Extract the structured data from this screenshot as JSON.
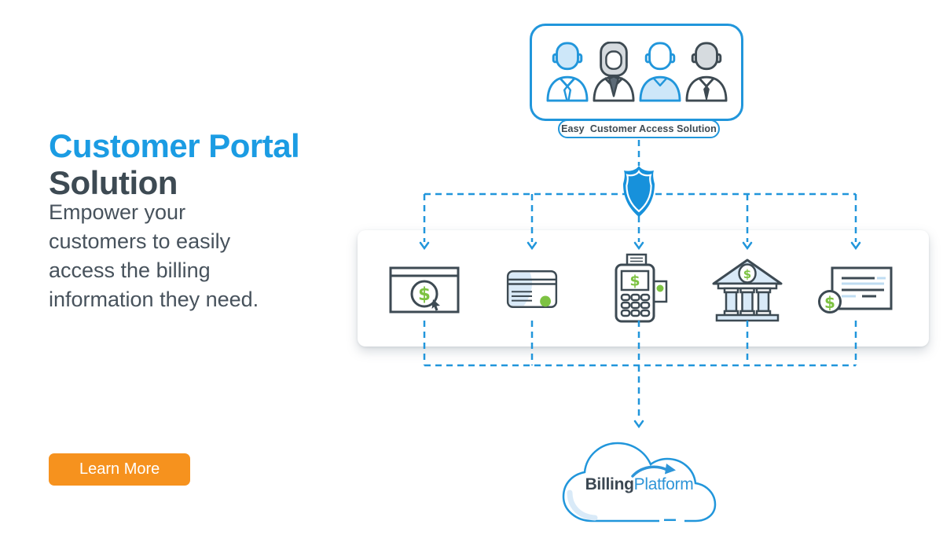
{
  "hero": {
    "title_line1": "Customer Portal",
    "title_line2": "Solution",
    "description_lines": [
      "Empower your",
      "customers to easily",
      "access the billing",
      "information they need."
    ],
    "cta_label": "Learn More"
  },
  "diagram": {
    "badge_label": "Easy  Customer Access Solution",
    "currency_symbol": "$",
    "people": [
      "customer-man-blue",
      "customer-woman-gray",
      "customer-man-filled",
      "customer-man-dark"
    ],
    "payment_methods": [
      "online-payment",
      "credit-card",
      "pos-terminal",
      "bank-transfer",
      "check-payment"
    ],
    "cloud": {
      "brand_bold": "Billing",
      "brand_light": "Platform"
    }
  },
  "colors": {
    "accent_blue": "#2196DB",
    "heading_blue": "#1B9CE3",
    "shield_blue": "#1791DB",
    "dark_slate": "#3D4A53",
    "body_text": "#47525C",
    "cta_orange": "#F6921E",
    "dollar_green": "#7DC242",
    "light_blue_fill": "#D9EAF8"
  }
}
